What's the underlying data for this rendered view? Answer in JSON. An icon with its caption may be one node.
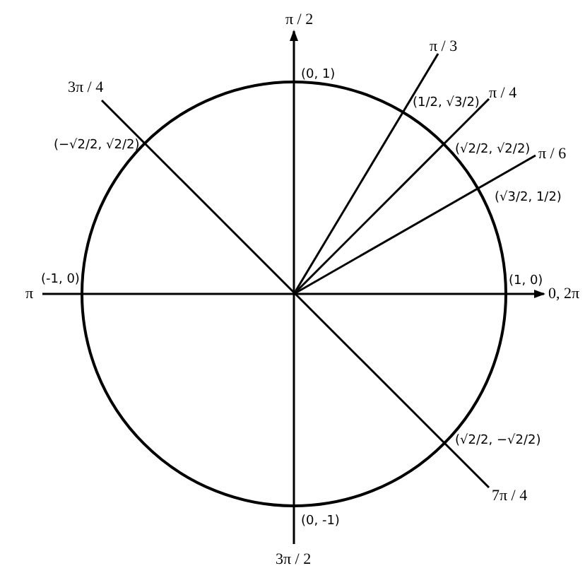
{
  "diagram": {
    "labels": [
      "π / 2",
      "(0, 1)",
      "3π / 4",
      "π / 3",
      "π / 4",
      "(1/2, √3/2)",
      "(−√2/2, √2/2)",
      "(√2/2, √2/2)",
      "π / 6",
      "(√3/2, 1/2)",
      "π",
      "(-1, 0)",
      "(1, 0)",
      "0, 2π",
      "(√2/2, −√2/2)",
      "7π / 4",
      "(0, -1)",
      "3π / 2"
    ]
  }
}
